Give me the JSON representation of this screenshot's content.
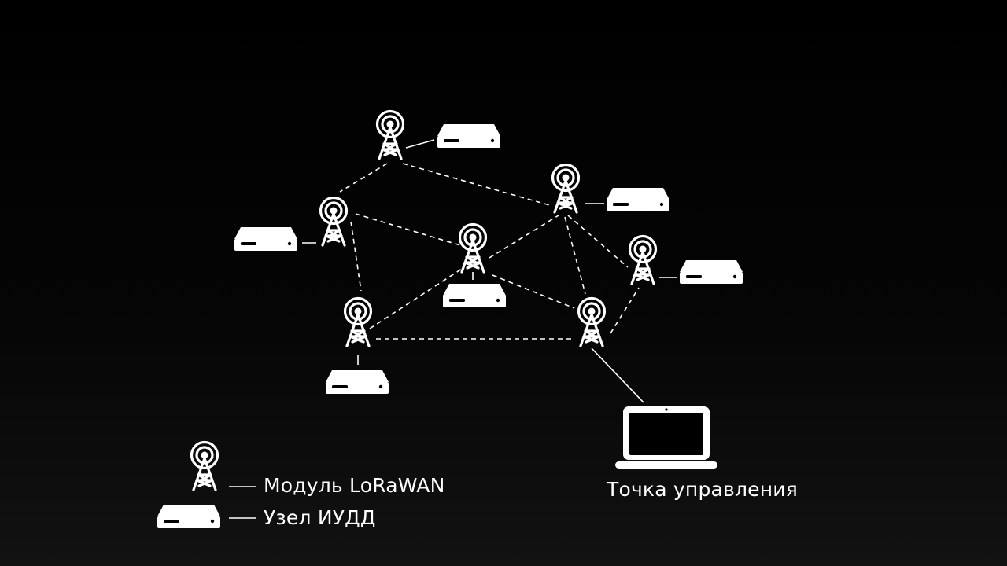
{
  "legend": {
    "module_label": "Модуль LoRaWAN",
    "node_label": "Узел ИУДД"
  },
  "control_point_label": "Точка управления",
  "icons": {
    "tower": "radio-tower-icon",
    "node": "network-device-icon",
    "laptop": "laptop-icon"
  },
  "colors": {
    "background": "#000000",
    "foreground": "#ffffff"
  }
}
